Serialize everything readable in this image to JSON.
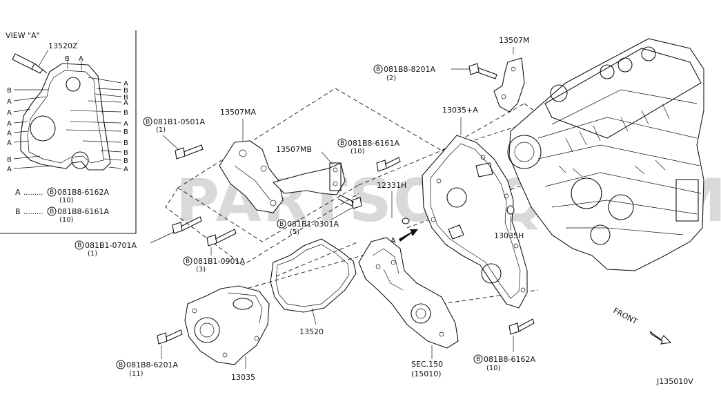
{
  "watermark": "PARTSOUQ.COM",
  "diagram_code": "J135010V",
  "view": {
    "title": "VIEW \"A\"",
    "part": "13520Z",
    "legend": [
      {
        "key": "A",
        "dots": ".........",
        "bolt": "081B8-6162A",
        "qty": "(10)"
      },
      {
        "key": "B",
        "dots": ".........",
        "bolt": "081B8-6161A",
        "qty": "(10)"
      }
    ],
    "letters": {
      "A": "A",
      "B": "B"
    }
  },
  "parts": {
    "p13507M": "13507M",
    "p13507MA": "13507MA",
    "p13507MB": "13507MB",
    "p13035A": "13035+A",
    "p12331H": "12331H",
    "p13035H": "13035H",
    "p13520": "13520",
    "p13035": "13035",
    "sec_label": "SEC.150",
    "sec_qty": "(15010)"
  },
  "bolts": {
    "b8201": {
      "code": "081B8-8201A",
      "qty": "(2)"
    },
    "b0501": {
      "code": "081B1-0501A",
      "qty": "(1)"
    },
    "b6161": {
      "code": "081B8-6161A",
      "qty": "(10)"
    },
    "b0301": {
      "code": "081B1-0301A",
      "qty": "(5)"
    },
    "b0701": {
      "code": "081B1-0701A",
      "qty": "(1)"
    },
    "b0901": {
      "code": "081B1-0901A",
      "qty": "(3)"
    },
    "b6201": {
      "code": "081B8-6201A",
      "qty": "(11)"
    },
    "b6162": {
      "code": "081B8-6162A",
      "qty": "(10)"
    }
  },
  "bolt_symbol": "B",
  "arrow_a": "A",
  "front": "FRONT"
}
